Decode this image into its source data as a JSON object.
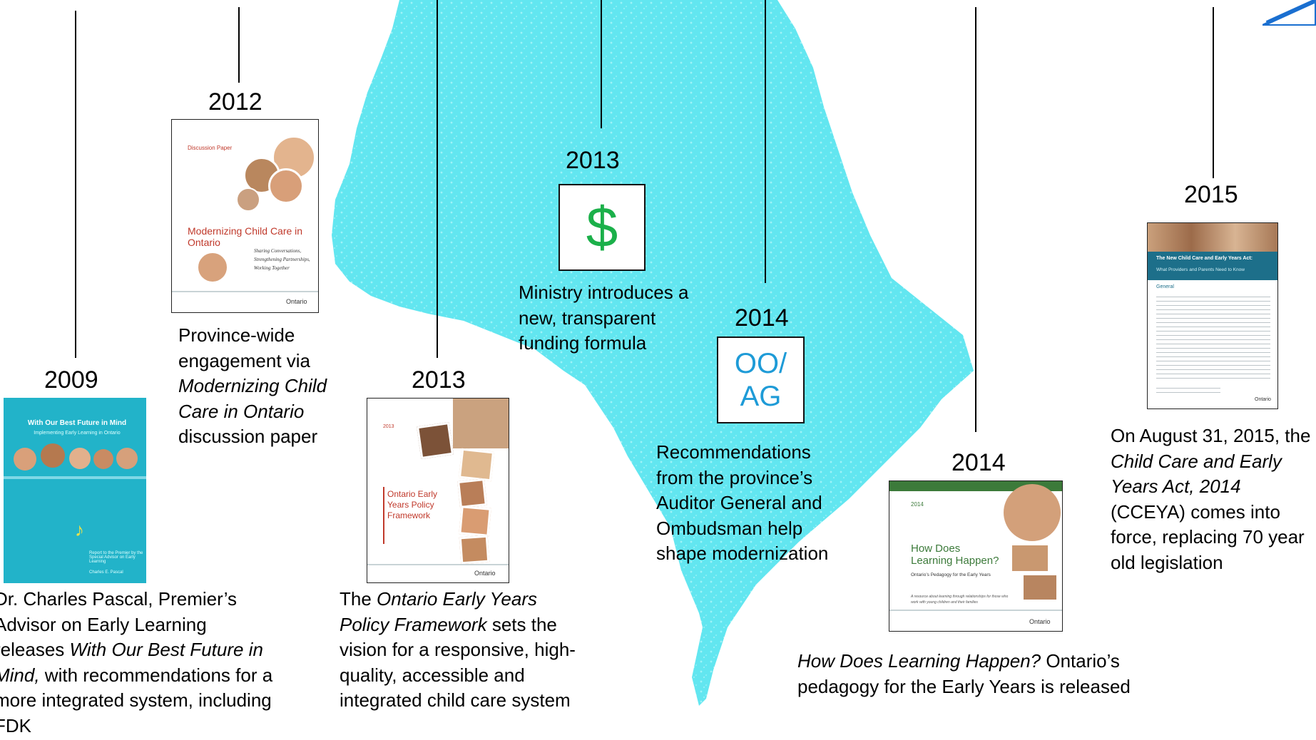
{
  "colors": {
    "map": "#5ee8f2",
    "money_green": "#1bb04a",
    "ooag_blue": "#1e9bd7",
    "corner_arrow": "#1a6fd0"
  },
  "events": [
    {
      "year": "2009",
      "caption_parts": [
        {
          "t": "Dr. Charles Pascal, Premier’s Advisor on Early Learning releases "
        },
        {
          "t": "With Our Best Future in Mind,",
          "i": true
        },
        {
          "t": " with recommendations for a more integrated system, including FDK"
        }
      ],
      "cover": {
        "title": "With Our Best Future in Mind",
        "subtitle": "Implementing Early Learning in Ontario",
        "footer": "Report to the Premier by the Special Advisor on Early Learning",
        "author": "Charles E. Pascal"
      }
    },
    {
      "year": "2012",
      "caption_parts": [
        {
          "t": "Province-wide engagement via "
        },
        {
          "t": "Modernizing Child Care in Ontario",
          "i": true
        },
        {
          "t": " discussion paper"
        }
      ],
      "cover": {
        "tag": "Discussion Paper",
        "title": "Modernizing Child Care in Ontario",
        "subtitle": "Sharing Conversations, Strengthening Partnerships, Working Together",
        "logo": "Ontario"
      }
    },
    {
      "year": "2013",
      "caption_parts": [
        {
          "t": "The "
        },
        {
          "t": "Ontario Early Years Policy Framework",
          "i": true
        },
        {
          "t": " sets the vision for a responsive, high-quality, accessible and integrated child care system"
        }
      ],
      "cover": {
        "tag": "2013",
        "title": "Ontario Early Years Policy Framework",
        "logo": "Ontario"
      }
    },
    {
      "year": "2013",
      "icon": "$",
      "icon_name": "dollar-icon",
      "caption_parts": [
        {
          "t": "Ministry introduces a new, transparent funding formula"
        }
      ]
    },
    {
      "year": "2014",
      "icon": "OO/ AG",
      "icon_name": "ombudsman-auditor-icon",
      "caption_parts": [
        {
          "t": "Recommendations from the province’s Auditor General and Ombudsman help shape modernization"
        }
      ]
    },
    {
      "year": "2014",
      "caption_parts": [
        {
          "t": "How Does Learning Happen?",
          "i": true
        },
        {
          "t": " Ontario’s pedagogy for the Early Years is released"
        }
      ],
      "cover": {
        "tag": "2014",
        "title": "How Does Learning Happen?",
        "subtitle": "Ontario’s Pedagogy for the Early Years",
        "blurb": "A resource about learning through relationships for those who work with young children and their families",
        "logo": "Ontario"
      }
    },
    {
      "year": "2015",
      "caption_parts": [
        {
          "t": "On August 31, 2015, the "
        },
        {
          "t": "Child Care and Early Years Act, 2014",
          "i": true
        },
        {
          "t": " (CCEYA) comes into force, replacing 70 year old legislation"
        }
      ],
      "cover": {
        "title": "The New Child Care and Early Years Act:",
        "subtitle": "What Providers and Parents Need to Know",
        "section": "General",
        "logo": "Ontario"
      }
    }
  ]
}
